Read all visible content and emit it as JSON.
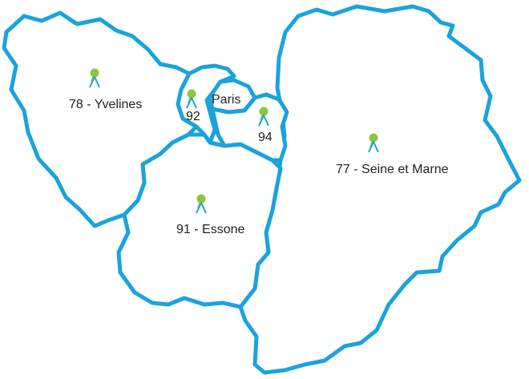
{
  "map": {
    "colors": {
      "border": "#1aa3dc",
      "pin": "#8cc63f",
      "text": "#222222",
      "background": "#ffffff"
    },
    "departments": [
      {
        "id": "78",
        "label": "78 - Yvelines",
        "icon": "map-pin-icon"
      },
      {
        "id": "92",
        "label": "92",
        "icon": "map-pin-icon"
      },
      {
        "id": "75",
        "label": "Paris",
        "icon": ""
      },
      {
        "id": "94",
        "label": "94",
        "icon": "map-pin-icon"
      },
      {
        "id": "91",
        "label": "91 - Essone",
        "icon": "map-pin-icon"
      },
      {
        "id": "77",
        "label": "77 - Seine et Marne",
        "icon": "map-pin-icon"
      }
    ]
  }
}
